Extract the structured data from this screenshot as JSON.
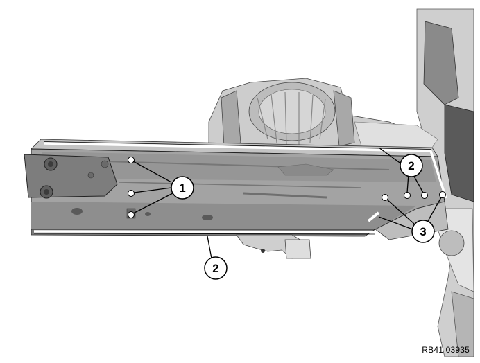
{
  "callouts": [
    {
      "id": "c1",
      "label": "1"
    },
    {
      "id": "c2a",
      "label": "2"
    },
    {
      "id": "c2b",
      "label": "2"
    },
    {
      "id": "c3",
      "label": "3"
    }
  ],
  "reference_code": "RB41 03935",
  "colors": {
    "frame": "#000000",
    "rail_dark": "#8f8f8f",
    "rail_mid": "#a9a9a9",
    "rail_light": "#c4c4c4",
    "body_light": "#d9d9d9",
    "seam": "#ffffff",
    "outline": "#000000"
  }
}
